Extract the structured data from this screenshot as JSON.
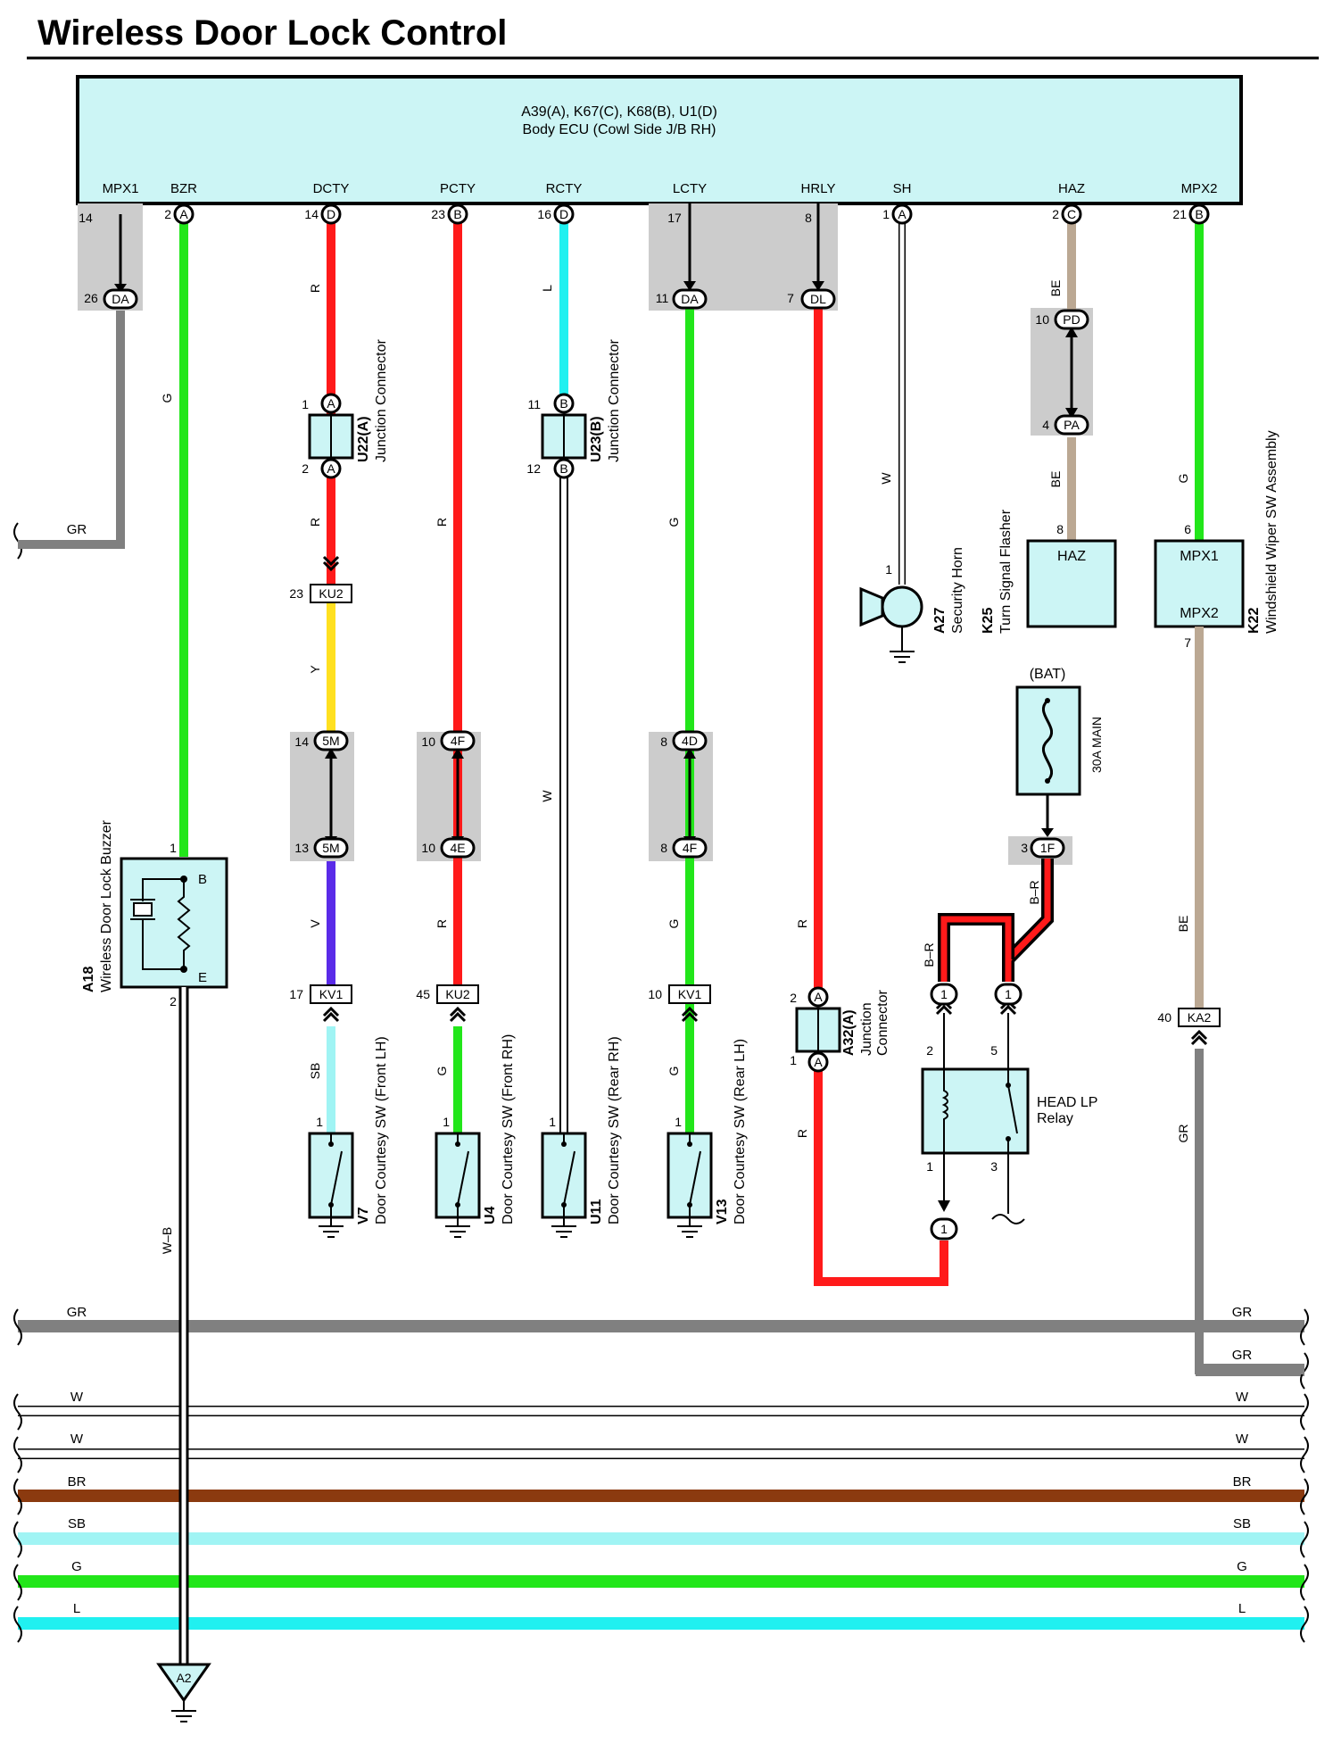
{
  "title": "Wireless Door Lock Control",
  "colors": {
    "R": "#ff1a1a",
    "G": "#22e61a",
    "L": "#20f0f0",
    "SB": "#a0f4f4",
    "Y": "#ffe020",
    "V": "#5a2be8",
    "BE": "#bba893",
    "GR": "#808080",
    "BR": "#8b3a0f",
    "W": "#ffffff",
    "BK": "#000000",
    "component_fill": "#ccf5f5",
    "splice_gray": "#cccccc"
  },
  "ecu": {
    "ids": "A39(A), K67(C), K68(B), U1(D)",
    "name": "Body ECU (Cowl Side J/B RH)",
    "terminals": [
      "MPX1",
      "BZR",
      "DCTY",
      "PCTY",
      "RCTY",
      "LCTY",
      "HRLY",
      "SH",
      "HAZ",
      "MPX2"
    ]
  },
  "pins": {
    "mpx1": "14",
    "bzr": "2",
    "dcty": "14",
    "pcty": "23",
    "rcty": "16",
    "lcty": "17",
    "hrly": "8",
    "sh": "1",
    "haz": "2",
    "mpx2": "21"
  },
  "pin_codes": {
    "bzr": "A",
    "dcty": "D",
    "pcty": "B",
    "rcty": "D",
    "sh": "A",
    "haz": "C",
    "mpx2": "B"
  },
  "wires": {
    "G": "G",
    "R": "R",
    "L": "L",
    "W": "W",
    "Y": "Y",
    "V": "V",
    "SB": "SB",
    "BE": "BE",
    "GR": "GR",
    "WB": "W–B",
    "BR_label": "B–R",
    "BR": "BR"
  },
  "connectors": {
    "da": "DA",
    "dl": "DL",
    "pd": "PD",
    "pa": "PA",
    "ku2": "KU2",
    "kv1": "KV1",
    "ka2": "KA2",
    "m5": "5M",
    "f4": "4F",
    "e4": "4E",
    "d4": "4D",
    "f1": "1F",
    "a": "A",
    "b": "B",
    "one": "1",
    "a2": "A2"
  },
  "numbers": {
    "n26": "26",
    "n11": "11",
    "n7": "7",
    "n10": "10",
    "n4": "4",
    "n1": "1",
    "n2": "2",
    "n12": "12",
    "n23": "23",
    "n14": "14",
    "n13": "13",
    "n8": "8",
    "n6": "6",
    "n17": "17",
    "n45": "45",
    "n40": "40",
    "n3": "3",
    "n5": "5"
  },
  "components": {
    "u22": {
      "id": "U22(A)",
      "name": "Junction Connector"
    },
    "u23": {
      "id": "U23(B)",
      "name": "Junction Connector"
    },
    "a32": {
      "id": "A32(A)",
      "name1": "Junction",
      "name2": "Connector"
    },
    "a18": {
      "id": "A18",
      "name": "Wireless Door Lock Buzzer",
      "b": "B",
      "e": "E"
    },
    "a27": {
      "id": "A27",
      "name": "Security Horn"
    },
    "k25": {
      "id": "K25",
      "name": "Turn Signal Flasher",
      "label": "HAZ"
    },
    "k22": {
      "id": "K22",
      "name": "Windshield Wiper SW Assembly",
      "mpx1": "MPX1",
      "mpx2": "MPX2"
    },
    "v7": {
      "id": "V7",
      "name": "Door Courtesy SW (Front LH)"
    },
    "u4": {
      "id": "U4",
      "name": "Door Courtesy SW (Front RH)"
    },
    "u11": {
      "id": "U11",
      "name": "Door Courtesy SW (Rear RH)"
    },
    "v13": {
      "id": "V13",
      "name": "Door Courtesy SW (Rear LH)"
    },
    "fuse": {
      "source": "(BAT)",
      "name": "30A MAIN"
    },
    "relay": {
      "name1": "HEAD LP",
      "name2": "Relay"
    }
  },
  "bus_lines": [
    {
      "label": "GR",
      "color": "#808080"
    },
    {
      "label": "GR",
      "color": "#808080"
    },
    {
      "label": "W",
      "color": "#ffffff"
    },
    {
      "label": "W",
      "color": "#ffffff"
    },
    {
      "label": "BR",
      "color": "#8b3a0f"
    },
    {
      "label": "SB",
      "color": "#a0f4f4"
    },
    {
      "label": "G",
      "color": "#22e61a"
    },
    {
      "label": "L",
      "color": "#20f0f0"
    }
  ]
}
